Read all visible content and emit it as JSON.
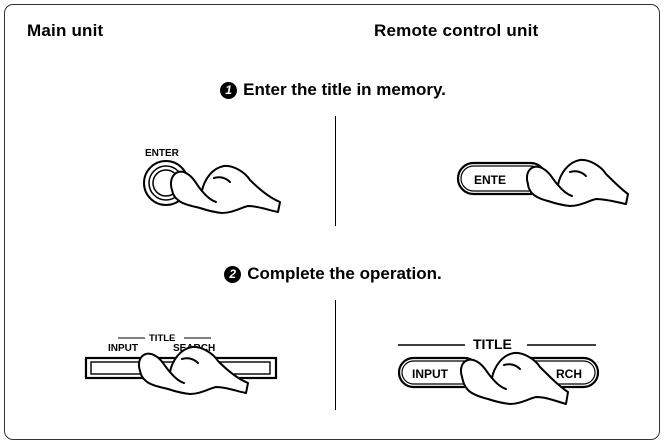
{
  "headers": {
    "main_unit": "Main unit",
    "remote_unit": "Remote control unit"
  },
  "steps": [
    {
      "number": "1",
      "text": "Enter the title in memory."
    },
    {
      "number": "2",
      "text": "Complete the operation."
    }
  ],
  "main_unit": {
    "enter_label": "ENTER",
    "title_group": "TITLE",
    "input_label": "INPUT",
    "search_label": "SEARCH"
  },
  "remote_unit": {
    "enter_button_text": "ENTE",
    "title_group": "TITLE",
    "input_button_text": "INPUT",
    "search_button_text": "RCH"
  },
  "icons": [
    "pointing-hand-icon",
    "step-number-icon"
  ]
}
